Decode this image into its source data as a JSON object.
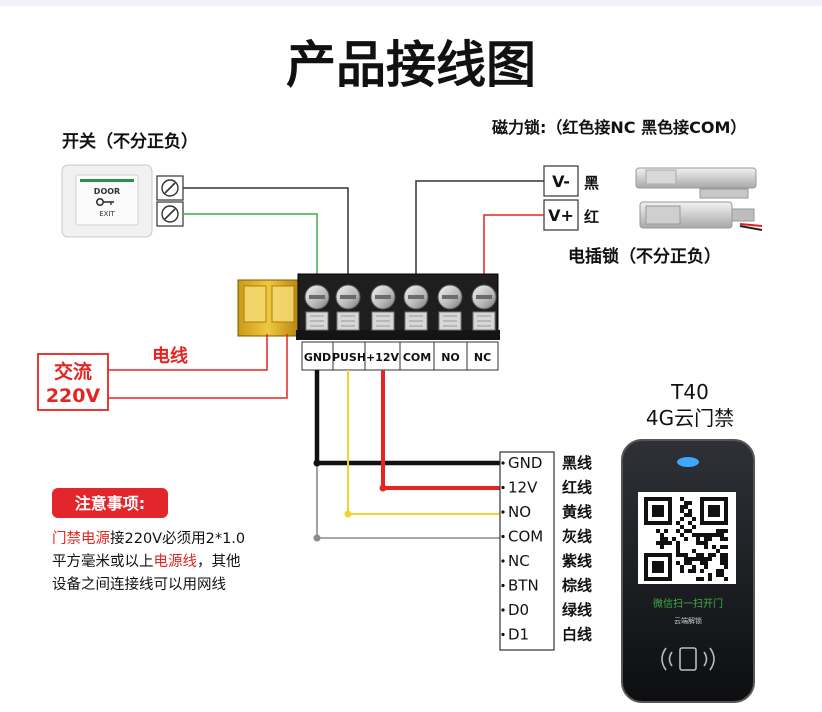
{
  "title": "产品接线图",
  "switch": {
    "label": "开关（不分正负）",
    "door_text": "DOOR",
    "exit_text": "EXIT"
  },
  "maglock": {
    "label": "磁力锁:（红色接NC 黑色接COM）",
    "v_minus": "V-",
    "v_plus": "V+",
    "black": "黑",
    "red": "红"
  },
  "bolt_lock_label": "电插锁（不分正负）",
  "power": {
    "wire_label": "电线",
    "ac_line1": "交流",
    "ac_line2": "220V"
  },
  "terminals": [
    "GND",
    "PUSH",
    "+12V",
    "COM",
    "NO",
    "NC"
  ],
  "device": {
    "model": "T40",
    "subtitle": "4G云门禁",
    "scan_text": "微信扫一扫开门",
    "cloud_text": "云端解锁"
  },
  "wiring_table": [
    {
      "pin": "GND",
      "color_label": "黑线"
    },
    {
      "pin": "12V",
      "color_label": "红线"
    },
    {
      "pin": "NO",
      "color_label": "黄线"
    },
    {
      "pin": "COM",
      "color_label": "灰线"
    },
    {
      "pin": "NC",
      "color_label": "紫线"
    },
    {
      "pin": "BTN",
      "color_label": "棕线"
    },
    {
      "pin": "D0",
      "color_label": "绿线"
    },
    {
      "pin": "D1",
      "color_label": "白线"
    }
  ],
  "notes": {
    "heading": "注意事项:",
    "part1": "门禁电源",
    "part2": "接220V必须用2*1.0",
    "part3": "平方毫米或以上",
    "part4": "电源线",
    "part5": "，其他",
    "line3": "设备之间连接线可以用网线"
  },
  "colors": {
    "red": "#e52521",
    "black": "#111111",
    "yellow": "#f2d22e",
    "gray": "#8a8a8a",
    "green": "#3fae49",
    "note_bg": "#e2262b"
  }
}
